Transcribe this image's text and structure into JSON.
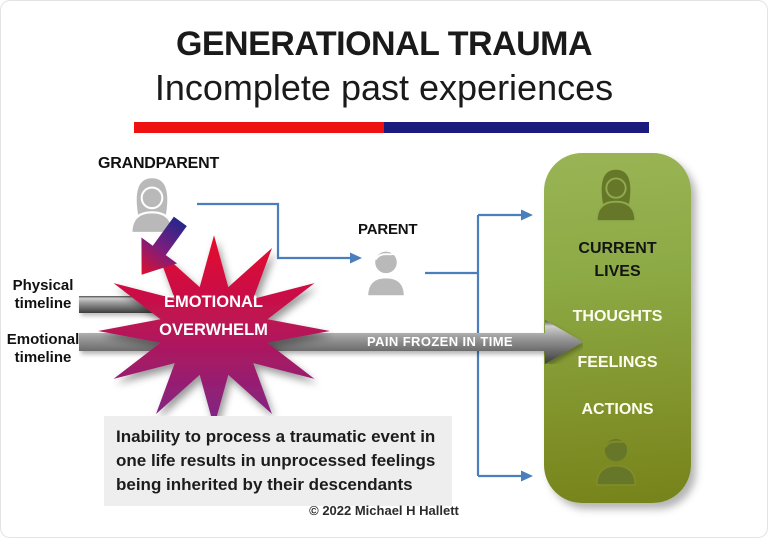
{
  "header": {
    "title": "GENERATIONAL TRAUMA",
    "subtitle": "Incomplete past experiences",
    "divider_left_color": "#EE1111",
    "divider_right_color": "#1B1B7E"
  },
  "labels": {
    "grandparent": "GRANDPARENT",
    "parent": "PARENT",
    "physical_timeline": "Physical\ntimeline",
    "emotional_timeline": "Emotional\ntimeline"
  },
  "starburst": {
    "line1": "EMOTIONAL",
    "line2": "OVERWHELM",
    "color_top": "#E60D2B",
    "color_bottom": "#7B2787"
  },
  "pain_arrow": {
    "label": "PAIN FROZEN IN TIME",
    "color_mid": "#9F9F9F"
  },
  "green_panel": {
    "current_lives": "CURRENT\nLIVES",
    "thoughts": "THOUGHTS",
    "feelings": "FEELINGS",
    "actions": "ACTIONS",
    "color_top": "#9AB455",
    "color_bottom": "#76831A",
    "icon_color": "#67772A"
  },
  "caption": {
    "text": "Inability to process a traumatic event in\none life results in unprocessed feelings\nbeing inherited by their descendants"
  },
  "footer": {
    "copyright": "© 2022 Michael H Hallett"
  },
  "icons": {
    "grandparent": "female-person-icon",
    "parent": "male-person-icon",
    "panel_top": "female-person-icon",
    "panel_bottom": "male-person-icon",
    "down_arrow": "gradient-down-arrow"
  },
  "colors": {
    "connector_blue": "#4A7EBC",
    "person_gray": "#B9B9B9",
    "title_text": "#1A1A1A"
  }
}
